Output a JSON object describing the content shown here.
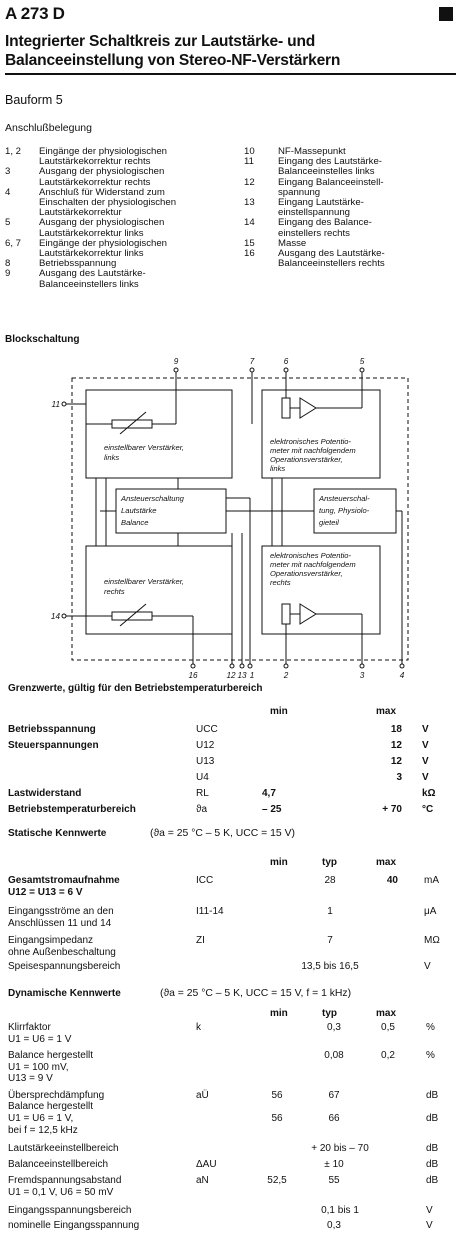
{
  "header": {
    "part_no": "A 273 D",
    "title_line1": "Integrierter Schaltkreis zur Lautstärke- und",
    "title_line2": "Balanceeinstellung von Stereo-NF-Verstärkern",
    "package": "Bauform 5",
    "pinout_heading": "Anschlußbelegung"
  },
  "pins_left": [
    {
      "no": "1, 2",
      "lines": [
        "Eingänge der physiologischen",
        "Lautstärkekorrektur rechts"
      ]
    },
    {
      "no": "3",
      "lines": [
        "Ausgang der physiologischen",
        "Lautstärkekorrektur rechts"
      ]
    },
    {
      "no": "4",
      "lines": [
        "Anschluß für Widerstand zum",
        "Einschalten der physiologischen",
        "Lautstärkekorrektur"
      ]
    },
    {
      "no": "5",
      "lines": [
        "Ausgang der physiologischen",
        "Lautstärkekorrektur links"
      ]
    },
    {
      "no": "6, 7",
      "lines": [
        "Eingänge der physiologischen",
        "Lautstärkekorrektur links"
      ]
    },
    {
      "no": "8",
      "lines": [
        "Betriebsspannung"
      ]
    },
    {
      "no": "9",
      "lines": [
        "Ausgang des Lautstärke-",
        "Balanceeinstellers links"
      ]
    }
  ],
  "pins_right": [
    {
      "no": "10",
      "lines": [
        "NF-Massepunkt"
      ]
    },
    {
      "no": "11",
      "lines": [
        "Eingang des Lautstärke-",
        "Balanceeinstelles links"
      ]
    },
    {
      "no": "12",
      "lines": [
        "Eingang Balanceeinstell-",
        "spannung"
      ]
    },
    {
      "no": "13",
      "lines": [
        "Eingang Lautstärke-",
        "einstellspannung"
      ]
    },
    {
      "no": "14",
      "lines": [
        "Eingang des Balance-",
        "einstellers rechts"
      ]
    },
    {
      "no": "15",
      "lines": [
        "Masse"
      ]
    },
    {
      "no": "16",
      "lines": [
        "Ausgang des Lautstärke-",
        "Balanceeinstellers rechts"
      ]
    }
  ],
  "block": {
    "heading": "Blockschaltung",
    "vol_left": [
      "einstellbarer Verstärker,",
      "links"
    ],
    "vol_right": [
      "einstellbarer Verstärker,",
      "rechts"
    ],
    "pot_left": [
      "elektronisches Potentio-",
      "meter mit nachfolgendem",
      "Operationsverstärker,",
      "links"
    ],
    "pot_right": [
      "elektronisches Potentio-",
      "meter mit nachfolgendem",
      "Operationsverstärker,",
      "rechts"
    ],
    "ctrl": [
      "Ansteuerschaltung",
      "Lautstärke",
      "Balance"
    ],
    "ctrl_phys": [
      "Ansteuerschal-",
      "tung, Physiolo-",
      "gieteil"
    ],
    "pin_labels": {
      "p9": "9",
      "p7": "7",
      "p6": "6",
      "p5": "5",
      "p11": "11",
      "p14": "14",
      "p16": "16",
      "p12": "12",
      "p13": "13",
      "p1": "1",
      "p2": "2",
      "p3": "3",
      "p4": "4"
    }
  },
  "grenz": {
    "heading": "Grenzwerte, gültig für den Betriebstemperaturbereich",
    "col_min": "min",
    "col_max": "max",
    "rows": [
      {
        "name": "Betriebsspannung",
        "sym": "UCC",
        "min": "",
        "max": "18",
        "unit": "V"
      },
      {
        "name": "Steuerspannungen",
        "sym": "U12",
        "min": "",
        "max": "12",
        "unit": "V"
      },
      {
        "name": "",
        "sym": "U13",
        "min": "",
        "max": "12",
        "unit": "V"
      },
      {
        "name": "",
        "sym": "U4",
        "min": "",
        "max": "3",
        "unit": "V"
      },
      {
        "name": "Lastwiderstand",
        "sym": "RL",
        "min": "4,7",
        "max": "",
        "unit": "kΩ"
      },
      {
        "name": "Betriebstemperaturbereich",
        "sym": "ϑa",
        "min": "– 25",
        "max": "+ 70",
        "unit": "°C"
      }
    ]
  },
  "static": {
    "heading": "Statische Kennwerte",
    "cond": "(ϑa = 25 °C – 5 K, UCC = 15 V)",
    "col_min": "min",
    "col_typ": "typ",
    "col_max": "max",
    "rows": [
      {
        "name": "Gesamtstromaufnahme",
        "sub": "U12 = U13 = 6 V",
        "sym": "ICC",
        "min": "",
        "typ": "28",
        "max": "40",
        "unit": "mA"
      },
      {
        "name": "Eingangsströme an den",
        "sub": "Anschlüssen 11 und 14",
        "sym": "I11-14",
        "min": "",
        "typ": "1",
        "max": "",
        "unit": "μA"
      },
      {
        "name": "Eingangsimpedanz",
        "sub": "ohne Außenbeschaltung",
        "sym": "ZI",
        "min": "",
        "typ": "7",
        "max": "",
        "unit": "MΩ"
      },
      {
        "name": "Speisespannungsbereich",
        "sub": "",
        "sym": "",
        "min": "",
        "typ": "13,5  bis  16,5",
        "max": "",
        "unit": "V"
      }
    ]
  },
  "dynamic": {
    "heading": "Dynamische Kennwerte",
    "cond": "(ϑa = 25 °C – 5 K, UCC = 15 V, f = 1 kHz)",
    "col_min": "min",
    "col_typ": "typ",
    "col_max": "max",
    "rows": [
      {
        "name": "Klirrfaktor",
        "sym": "k",
        "min": "",
        "typ": "0,3",
        "max": "0,5",
        "unit": "%"
      },
      {
        "name": "U1 = U6 = 1 V",
        "sym": "",
        "min": "",
        "typ": "",
        "max": "",
        "unit": ""
      },
      {
        "name": "Balance hergestellt",
        "sym": "",
        "min": "",
        "typ": "0,08",
        "max": "0,2",
        "unit": "%"
      },
      {
        "name": "U1 = 100 mV,",
        "sym": "",
        "min": "",
        "typ": "",
        "max": "",
        "unit": ""
      },
      {
        "name": "U13 =   9 V",
        "sym": "",
        "min": "",
        "typ": "",
        "max": "",
        "unit": ""
      },
      {
        "name": "Übersprechdämpfung",
        "sym": "aÜ",
        "min": "56",
        "typ": "67",
        "max": "",
        "unit": "dB"
      },
      {
        "name": "Balance hergestellt",
        "sym": "",
        "min": "",
        "typ": "",
        "max": "",
        "unit": ""
      },
      {
        "name": "U1 = U6 = 1 V,",
        "sym": "",
        "min": "56",
        "typ": "66",
        "max": "",
        "unit": "dB"
      },
      {
        "name": "bei f = 12,5 kHz",
        "sym": "",
        "min": "",
        "typ": "",
        "max": "",
        "unit": ""
      },
      {
        "name": "Lautstärkeeinstellbereich",
        "sym": "",
        "min": "",
        "typ": "+ 20  bis  – 70",
        "max": "",
        "unit": "dB"
      },
      {
        "name": "Balanceeinstellbereich",
        "sym": "ΔAU",
        "min": "",
        "typ": "± 10",
        "max": "",
        "unit": "dB"
      },
      {
        "name": "Fremdspannungsabstand",
        "sym": "aN",
        "min": "52,5",
        "typ": "55",
        "max": "",
        "unit": "dB"
      },
      {
        "name": "U1 = 0,1 V, U6 = 50 mV",
        "sym": "",
        "min": "",
        "typ": "",
        "max": "",
        "unit": ""
      },
      {
        "name": "Eingangsspannungsbereich",
        "sym": "",
        "min": "",
        "typ": "0,1  bis  1",
        "max": "",
        "unit": "V"
      },
      {
        "name": "nominelle Eingangsspannung",
        "sym": "",
        "min": "",
        "typ": "0,3",
        "max": "",
        "unit": "V"
      }
    ]
  }
}
